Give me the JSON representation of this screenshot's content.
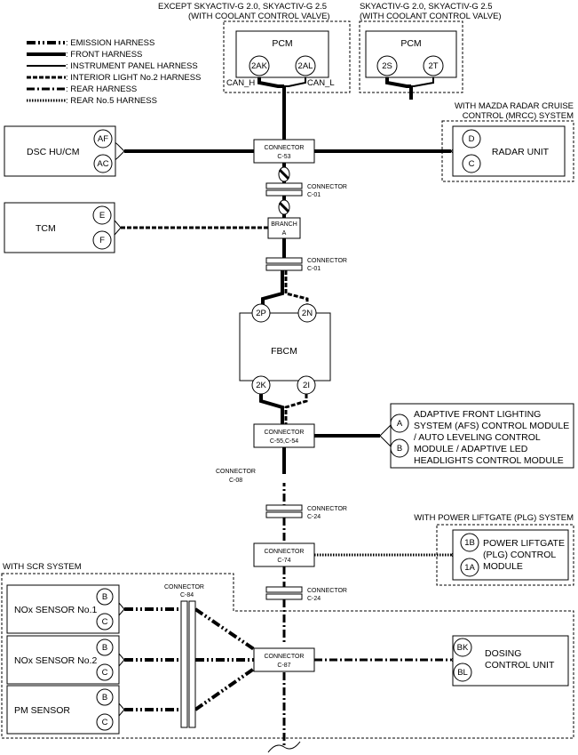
{
  "notes": {
    "except_variant": [
      "EXCEPT SKYACTIV-G 2.0, SKYACTIV-G 2.5",
      "(WITH COOLANT CONTROL VALVE)"
    ],
    "variant": [
      "SKYACTIV-G 2.0, SKYACTIV-G 2.5",
      "(WITH COOLANT CONTROL VALVE)"
    ],
    "mrcc": [
      "WITH MAZDA RADAR CRUISE",
      "CONTROL (MRCC) SYSTEM"
    ],
    "plg": "WITH POWER LIFTGATE (PLG) SYSTEM",
    "scr": "WITH SCR SYSTEM"
  },
  "legend": [
    {
      "label": ": EMISSION HARNESS",
      "style": "emission"
    },
    {
      "label": ": FRONT HARNESS",
      "style": "front"
    },
    {
      "label": ": INSTRUMENT PANEL HARNESS",
      "style": "instrument-panel"
    },
    {
      "label": ": INTERIOR LIGHT No.2 HARNESS",
      "style": "interior-light"
    },
    {
      "label": ": REAR HARNESS",
      "style": "rear"
    },
    {
      "label": ": REAR No.5 HARNESS",
      "style": "rear-no5"
    }
  ],
  "modules": {
    "pcm1": {
      "name": "PCM",
      "pins": [
        "2AK",
        "2AL"
      ],
      "can_h": "CAN_H",
      "can_l": "CAN_L"
    },
    "pcm2": {
      "name": "PCM",
      "pins": [
        "2S",
        "2T"
      ]
    },
    "dsc": {
      "name": "DSC HU/CM",
      "pins": [
        "AF",
        "AC"
      ]
    },
    "radar": {
      "name": "RADAR UNIT",
      "pins": [
        "D",
        "C"
      ]
    },
    "tcm": {
      "name": "TCM",
      "pins": [
        "E",
        "F"
      ]
    },
    "fbcm": {
      "name": "FBCM",
      "pins": [
        "2P",
        "2N",
        "2K",
        "2I"
      ]
    },
    "afs": {
      "name": [
        "ADAPTIVE FRONT LIGHTING",
        "SYSTEM (AFS) CONTROL MODULE",
        "/ AUTO LEVELING CONTROL",
        "MODULE / ADAPTIVE LED",
        "HEADLIGHTS CONTROL MODULE"
      ],
      "pins": [
        "A",
        "B"
      ]
    },
    "plg": {
      "name": [
        "POWER LIFTGATE",
        "(PLG) CONTROL",
        "MODULE"
      ],
      "pins": [
        "1B",
        "1A"
      ]
    },
    "nox1": {
      "name": "NOx SENSOR No.1",
      "pins": [
        "B",
        "C"
      ]
    },
    "nox2": {
      "name": "NOx SENSOR No.2",
      "pins": [
        "B",
        "C"
      ]
    },
    "pm": {
      "name": "PM SENSOR",
      "pins": [
        "B",
        "C"
      ]
    },
    "dosing": {
      "name": [
        "DOSING",
        "CONTROL UNIT"
      ],
      "pins": [
        "BK",
        "BL"
      ]
    }
  },
  "connectors": {
    "c53": {
      "label": "CONNECTOR",
      "code": "C-53"
    },
    "c01a": {
      "label": "CONNECTOR",
      "code": "C-01"
    },
    "branch": {
      "label": "BRANCH",
      "code": "A"
    },
    "c01b": {
      "label": "CONNECTOR",
      "code": "C-01"
    },
    "c5554": {
      "label": "CONNECTOR",
      "code": "C-55,C-54"
    },
    "c08": {
      "label": "CONNECTOR",
      "code": "C-08"
    },
    "c24a": {
      "label": "CONNECTOR",
      "code": "C-24"
    },
    "c74": {
      "label": "CONNECTOR",
      "code": "C-74"
    },
    "c24b": {
      "label": "CONNECTOR",
      "code": "C-24"
    },
    "c84": {
      "label": "CONNECTOR",
      "code": "C-84"
    },
    "c87": {
      "label": "CONNECTOR",
      "code": "C-87"
    }
  }
}
